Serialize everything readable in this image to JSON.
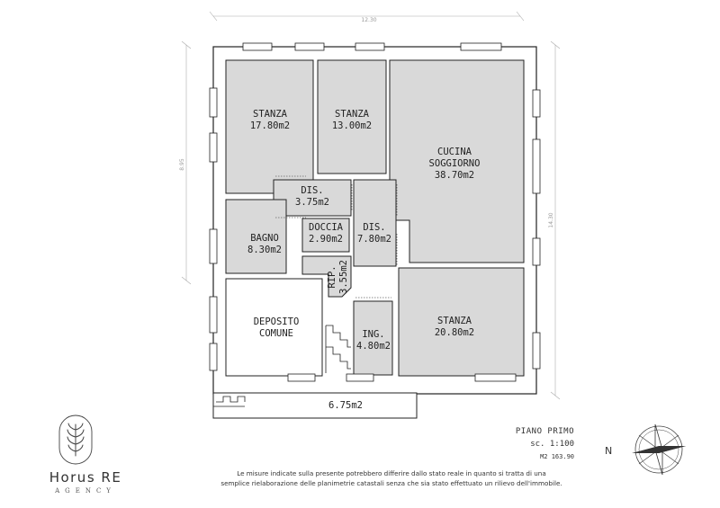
{
  "plan": {
    "dimensions": {
      "top": "12.30",
      "left": "8.95",
      "right": "14.30"
    },
    "rooms": [
      {
        "name": "STANZA",
        "area": "17.80m2"
      },
      {
        "name": "STANZA",
        "area": "13.00m2"
      },
      {
        "name": "CUCINA",
        "name2": "SOGGIORNO",
        "area": "38.70m2"
      },
      {
        "name": "DIS.",
        "area": "3.75m2"
      },
      {
        "name": "BAGNO",
        "area": "8.30m2"
      },
      {
        "name": "DOCCIA",
        "area": "2.90m2"
      },
      {
        "name": "DIS.",
        "area": "7.80m2"
      },
      {
        "name": "RIP.",
        "area": "3.55m2"
      },
      {
        "name": "DEPOSITO",
        "name2": "COMUNE"
      },
      {
        "name": "ING.",
        "area": "4.80m2"
      },
      {
        "name": "STANZA",
        "area": "20.80m2"
      },
      {
        "area": "6.75m2"
      }
    ]
  },
  "legend": {
    "floor": "PIANO PRIMO",
    "scale": "sc. 1:100",
    "total": "M2 163.90"
  },
  "brand": {
    "name": "Horus RE",
    "sub": "AGENCY"
  },
  "disclaimer": {
    "line1": "Le misure indicate sulla presente potrebbero differire dallo stato reale in quanto si tratta di una",
    "line2": "semplice rielaborazione delle planimetrie catastali senza che sia stato effettuato un rilievo dell'immobile."
  },
  "compass": {
    "label": "N"
  },
  "colors": {
    "room_fill": "#d9d9d9",
    "wall": "#ffffff",
    "line": "#222222"
  }
}
